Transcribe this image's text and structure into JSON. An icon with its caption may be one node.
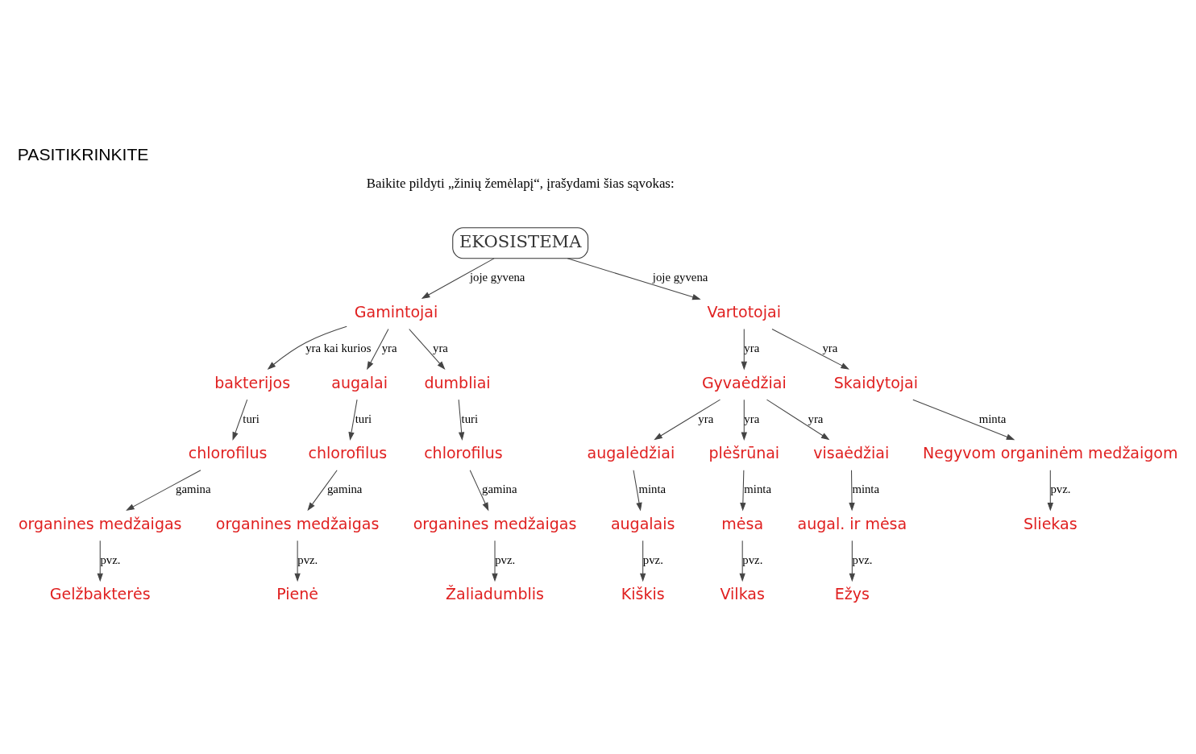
{
  "diagram": {
    "title": "PASITIKRINKITE",
    "nodes": [
      {
        "text": [
          "EKOSISTEMA"
        ]
      },
      {
        "text": [
          "Gamintojai"
        ]
      },
      {
        "text": [
          "Vartotojai"
        ]
      },
      {
        "text": [
          "bakterijos"
        ]
      },
      {
        "text": [
          "augalai"
        ]
      },
      {
        "text": [
          "dumbliai"
        ]
      },
      {
        "text": [
          "chlorofilus"
        ]
      },
      {
        "text": [
          "chlorofilus"
        ]
      },
      {
        "text": [
          "chlorofilus"
        ]
      },
      {
        "text": [
          "organines medžaigas"
        ]
      },
      {
        "text": [
          "organines medžaigas"
        ]
      },
      {
        "text": [
          "organines medžaigas"
        ]
      },
      {
        "text": [
          "Gelžbakterės"
        ]
      },
      {
        "text": [
          "Pienė"
        ]
      },
      {
        "text": [
          "Žaliadumblis"
        ]
      },
      {
        "text": [
          "Gyvaėdžiai"
        ]
      },
      {
        "text": [
          "Skaidytojai"
        ]
      },
      {
        "text": [
          "augalėdžiai"
        ]
      },
      {
        "text": [
          "plėšrūnai"
        ]
      },
      {
        "text": [
          "visaėdžiai"
        ]
      },
      {
        "text": [
          "augalais"
        ]
      },
      {
        "text": [
          "mėsa"
        ]
      },
      {
        "text": [
          "augal. ir mėsa"
        ]
      },
      {
        "text": [
          "Negyvom organinėm medžaigom"
        ]
      },
      {
        "text": [
          "Kiškis"
        ]
      },
      {
        "text": [
          "Vilkas"
        ]
      },
      {
        "text": [
          "Ežys"
        ]
      },
      {
        "text": [
          "Sliekas"
        ]
      }
    ],
    "edges": [
      {
        "from": 0,
        "to": 1,
        "arrow": "to",
        "label": "joje gyvena"
      },
      {
        "from": 0,
        "to": 2,
        "arrow": "to",
        "label": "joje gyvena"
      },
      {
        "from": 1,
        "to": 3,
        "arrow": "to",
        "label": "yra kai kurios"
      },
      {
        "from": 1,
        "to": 4,
        "arrow": "to",
        "label": "yra"
      },
      {
        "from": 1,
        "to": 5,
        "arrow": "to",
        "label": "yra"
      },
      {
        "from": 3,
        "to": 6,
        "arrow": "to",
        "label": "turi"
      },
      {
        "from": 4,
        "to": 7,
        "arrow": "to",
        "label": "turi"
      },
      {
        "from": 5,
        "to": 8,
        "arrow": "to",
        "label": "turi"
      },
      {
        "from": 6,
        "to": 9,
        "arrow": "to",
        "label": "gamina"
      },
      {
        "from": 7,
        "to": 10,
        "arrow": "to",
        "label": "gamina"
      },
      {
        "from": 8,
        "to": 11,
        "arrow": "to",
        "label": "gamina"
      },
      {
        "from": 9,
        "to": 12,
        "arrow": "to",
        "label": "pvz."
      },
      {
        "from": 10,
        "to": 13,
        "arrow": "to",
        "label": "pvz."
      },
      {
        "from": 11,
        "to": 14,
        "arrow": "to",
        "label": "pvz."
      },
      {
        "from": 2,
        "to": 15,
        "arrow": "to",
        "label": "yra"
      },
      {
        "from": 2,
        "to": 16,
        "arrow": "to",
        "label": "yra"
      },
      {
        "from": 15,
        "to": 17,
        "arrow": "to",
        "label": "yra"
      },
      {
        "from": 15,
        "to": 18,
        "arrow": "to",
        "label": "yra"
      },
      {
        "from": 15,
        "to": 19,
        "arrow": "to",
        "label": "yra"
      },
      {
        "from": 16,
        "to": 23,
        "arrow": "to",
        "label": "minta"
      },
      {
        "from": 17,
        "to": 20,
        "arrow": "to",
        "label": "minta"
      },
      {
        "from": 18,
        "to": 21,
        "arrow": "to",
        "label": "minta"
      },
      {
        "from": 19,
        "to": 22,
        "arrow": "to",
        "label": "minta"
      },
      {
        "from": 20,
        "to": 24,
        "arrow": "to",
        "label": "pvz."
      },
      {
        "from": 21,
        "to": 25,
        "arrow": "to",
        "label": "pvz."
      },
      {
        "from": 22,
        "to": 26,
        "arrow": "to",
        "label": "pvz."
      },
      {
        "from": 23,
        "to": 27,
        "arrow": "to",
        "label": "pvz."
      }
    ],
    "labels": [
      "Baikite pildyti „žinių žemėlapį“, įrašydami šias sąvokas:"
    ]
  }
}
